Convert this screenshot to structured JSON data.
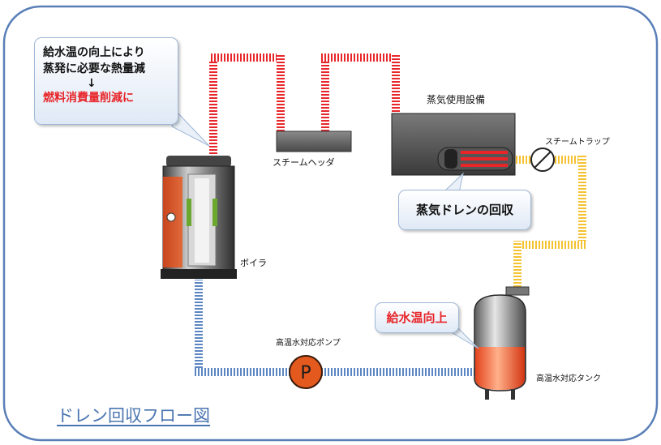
{
  "diagram": {
    "title": "ドレン回収フロー図",
    "callouts": {
      "benefit_line1": "給水温の向上により",
      "benefit_line2": "蒸発に必要な熱量減",
      "benefit_arrow": "↓",
      "benefit_line3": "燃料消費量削減に",
      "drain_recovery": "蒸気ドレンの回収",
      "feedwater_up": "給水温向上"
    },
    "labels": {
      "steam_equipment": "蒸気使用設備",
      "steam_trap": "スチームトラップ",
      "steam_header": "スチームヘッダ",
      "boiler": "ボイラ",
      "pump": "高温水対応ポンプ",
      "pump_symbol": "P",
      "tank": "高温水対応タンク"
    },
    "colors": {
      "steam_pipe": "#e8262a",
      "drain_pipe": "#f5c232",
      "water_pipe": "#5b86c2",
      "accent_text": "#e8262a",
      "frame": "#5a7fb8"
    }
  }
}
